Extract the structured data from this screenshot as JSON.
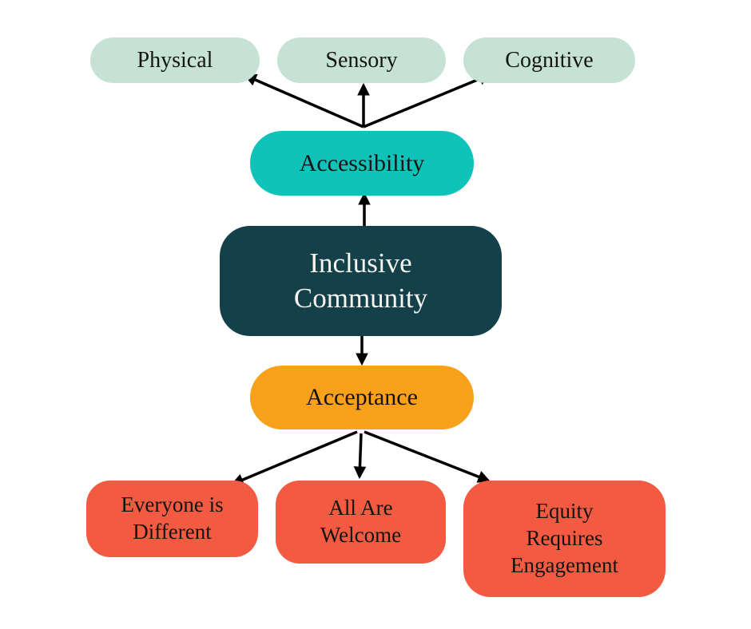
{
  "diagram": {
    "nodes": {
      "physical": {
        "label": "Physical"
      },
      "sensory": {
        "label": "Sensory"
      },
      "cognitive": {
        "label": "Cognitive"
      },
      "accessibility": {
        "label": "Accessibility"
      },
      "inclusive_community": {
        "label": "Inclusive Community"
      },
      "acceptance": {
        "label": "Acceptance"
      },
      "everyone_different": {
        "label": "Everyone is Different"
      },
      "all_are_welcome": {
        "label": "All Are Welcome"
      },
      "equity_engagement": {
        "label": "Equity Requires Engagement"
      }
    },
    "edges": [
      {
        "from": "accessibility",
        "to": "physical"
      },
      {
        "from": "accessibility",
        "to": "sensory"
      },
      {
        "from": "accessibility",
        "to": "cognitive"
      },
      {
        "from": "inclusive_community",
        "to": "accessibility"
      },
      {
        "from": "inclusive_community",
        "to": "acceptance"
      },
      {
        "from": "acceptance",
        "to": "everyone_different"
      },
      {
        "from": "acceptance",
        "to": "all_are_welcome"
      },
      {
        "from": "acceptance",
        "to": "equity_engagement"
      }
    ],
    "colors": {
      "mint": "#c6e2d4",
      "teal": "#0fc3b8",
      "dark_teal": "#14404a",
      "orange": "#f9a11b",
      "red": "#f25b41",
      "arrow": "#000000",
      "background": "#ffffff"
    }
  }
}
